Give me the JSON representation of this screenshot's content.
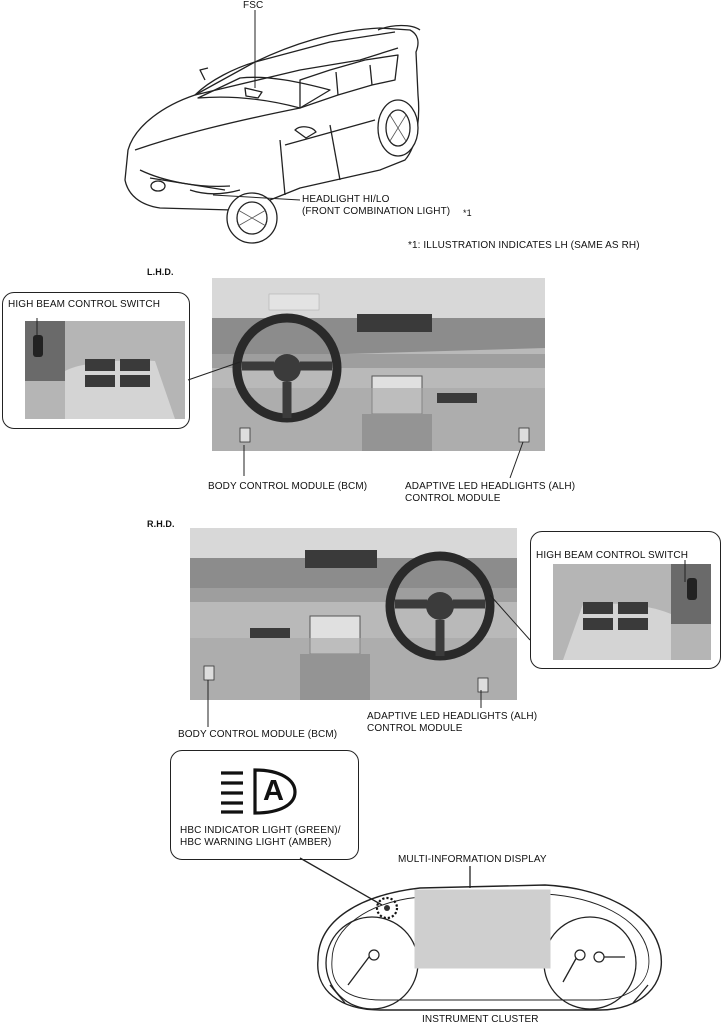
{
  "car": {
    "fsc_label": "FSC",
    "headlight_label_line1": "HEADLIGHT HI/LO",
    "headlight_label_line2": "(FRONT COMBINATION LIGHT)",
    "headlight_footnote_mark": "*1",
    "footnote": "*1: ILLUSTRATION INDICATES LH (SAME AS RH)"
  },
  "lhd": {
    "section_label": "L.H.D.",
    "switch_callout_label": "HIGH BEAM CONTROL SWITCH",
    "bcm_label": "BODY CONTROL MODULE (BCM)",
    "alh_label_line1": "ADAPTIVE LED HEADLIGHTS (ALH)",
    "alh_label_line2": "CONTROL MODULE"
  },
  "rhd": {
    "section_label": "R.H.D.",
    "switch_callout_label": "HIGH BEAM CONTROL SWITCH",
    "bcm_label": "BODY CONTROL MODULE (BCM)",
    "alh_label_line1": "ADAPTIVE LED HEADLIGHTS (ALH)",
    "alh_label_line2": "CONTROL MODULE"
  },
  "cluster": {
    "hbc_icon_letter": "A",
    "indicator_label_line1": "HBC INDICATOR LIGHT (GREEN)/",
    "indicator_label_line2": "HBC WARNING LIGHT (AMBER)",
    "mid_label": "MULTI-INFORMATION DISPLAY",
    "cluster_label": "INSTRUMENT CLUSTER"
  },
  "colors": {
    "line": "#222222",
    "photo_bg": "#c9c9c9",
    "photo_dark": "#5a5a5a",
    "display_fill": "#cfcfcf"
  }
}
